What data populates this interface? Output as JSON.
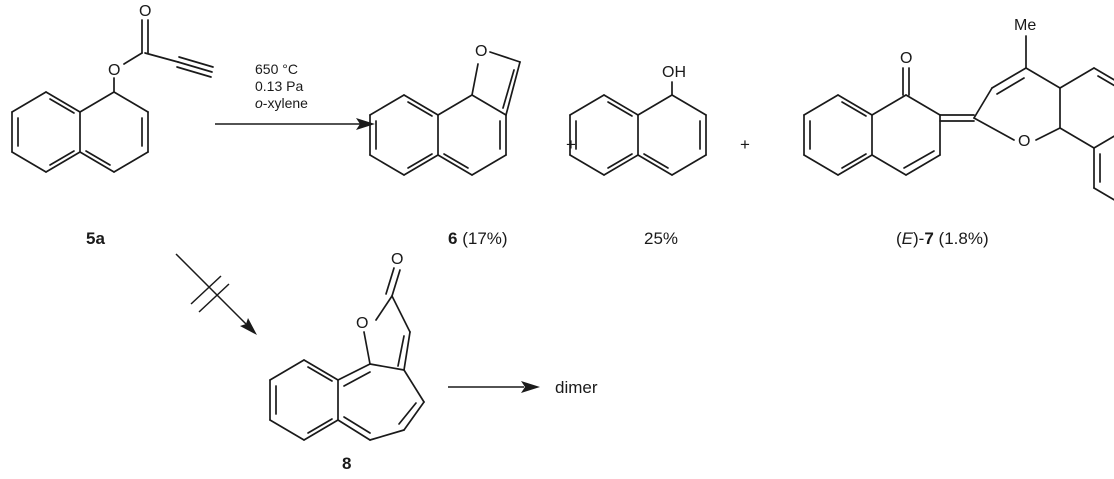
{
  "conditions": {
    "temperature": "650 °C",
    "pressure": "0.13 Pa",
    "solvent_prefix": "o",
    "solvent_suffix": "-xylene"
  },
  "compounds": {
    "c5a": {
      "label": "5a"
    },
    "c6": {
      "label": "6",
      "yield": "(17%)"
    },
    "naphthol": {
      "yield": "25%"
    },
    "c7": {
      "stereo": "E",
      "label": "7",
      "yield": "(1.8%)"
    },
    "c8": {
      "label": "8"
    }
  },
  "atoms": {
    "oxygen": "O",
    "hydroxyl": "OH",
    "methyl": "Me"
  },
  "plus_sign": "+",
  "dimer_label": "dimer"
}
